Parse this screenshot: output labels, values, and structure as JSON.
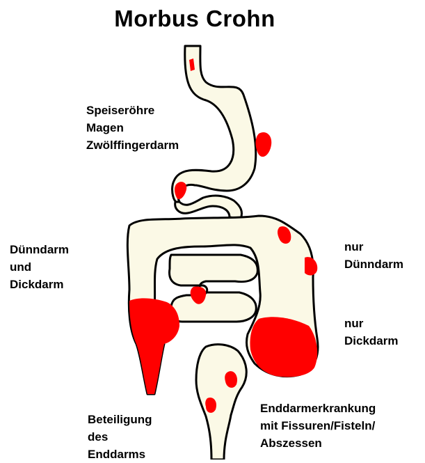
{
  "title": "Morbus Crohn",
  "colors": {
    "tissue": "#fbf9e6",
    "outline": "#000000",
    "inflamed": "#ff0000",
    "background": "#ffffff"
  },
  "labels": {
    "upper": [
      "Speiseröhre",
      "Magen",
      "Zwölffingerdarm"
    ],
    "small_and_large": [
      "Dünndarm",
      "und",
      "Dickdarm"
    ],
    "small_only": [
      "nur",
      "Dünndarm"
    ],
    "large_only": [
      "nur",
      "Dickdarm"
    ],
    "rectum": [
      "Beteiligung",
      "des",
      "Enddarms"
    ],
    "anal": [
      "Enddarmerkrankung",
      "mit Fissuren/Fisteln/",
      "Abszessen"
    ]
  }
}
